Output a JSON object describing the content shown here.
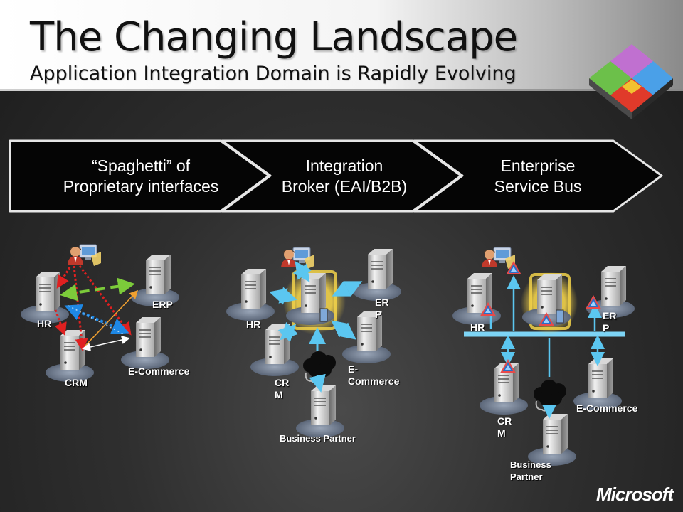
{
  "slide": {
    "title": "The Changing Landscape",
    "subtitle": "Application Integration Domain is Rapidly Evolving"
  },
  "stages": [
    {
      "line1": "“Spaghetti” of",
      "line2": "Proprietary interfaces"
    },
    {
      "line1": "Integration",
      "line2": "Broker (EAI/B2B)"
    },
    {
      "line1": "Enterprise",
      "line2": "Service Bus"
    }
  ],
  "spaghetti": {
    "hr": "HR",
    "erp": "ERP",
    "crm": "CRM",
    "ecommerce": "E-Commerce"
  },
  "broker": {
    "hr": "HR",
    "erp_1": "ER",
    "erp_2": "P",
    "crm_1": "CR",
    "crm_2": "M",
    "ecommerce_1": "E-",
    "ecommerce_2": "Commerce",
    "partner": "Business Partner"
  },
  "esb": {
    "hr": "HR",
    "erp_1": "ER",
    "erp_2": "P",
    "crm_1": "CR",
    "crm_2": "M",
    "ecommerce": "E-Commerce",
    "partner_1": "Business",
    "partner_2": "Partner"
  },
  "logo": {
    "text": "Microsoft"
  },
  "icons": [
    "server-icon",
    "user-computer-icon",
    "internet-cloud-icon",
    "adapter-triangle-icon",
    "windows-cube-logo-icon"
  ],
  "colors": {
    "arrow": "#5bc6f0",
    "bus": "#7dd4f5",
    "glow": "#f2d24a",
    "spaghetti_red": "#e02020",
    "spaghetti_green": "#7ccb3a",
    "spaghetti_blue": "#1e88e5",
    "spaghetti_orange": "#f0a030"
  }
}
